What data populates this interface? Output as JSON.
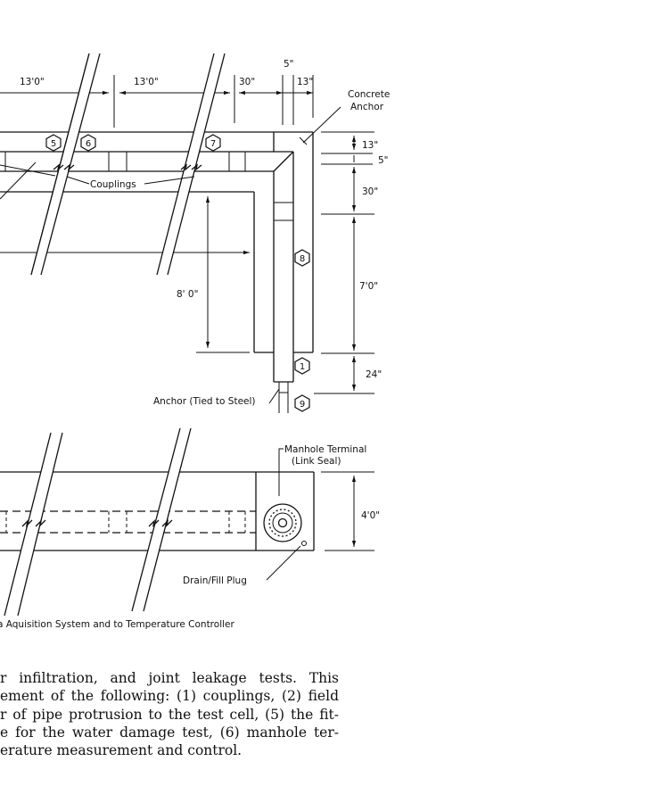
{
  "figure": {
    "top_dimensions": [
      "13'0\"",
      "13'0\"",
      "30\"",
      "5\"",
      "13\""
    ],
    "right_dimensions": [
      "13\"",
      "5\"",
      "30\"",
      "7'0\"",
      "24\""
    ],
    "depth_dimension": "8' 0\"",
    "labels": {
      "concrete_anchor_1": "Concrete",
      "concrete_anchor_2": "Anchor",
      "couplings": "Couplings",
      "anchor_tied": "Anchor (Tied to Steel)",
      "manhole_1": "Manhole Terminal",
      "manhole_2": "(Link Seal)",
      "drain": "Drain/Fill Plug",
      "width_dimension": "4'0\"",
      "caption_fragment": "a Aquisition System and to Temperature Controller"
    },
    "markers": [
      "5",
      "6",
      "7",
      "8",
      "1",
      "9"
    ]
  },
  "paragraph": [
    "r infiltration, and joint leakage tests. This",
    "ement of the following: (1) couplings, (2) field",
    "r of pipe protrusion to the test cell, (5) the fit-",
    "e for the water damage test, (6) manhole ter-",
    "erature measurement and control."
  ]
}
